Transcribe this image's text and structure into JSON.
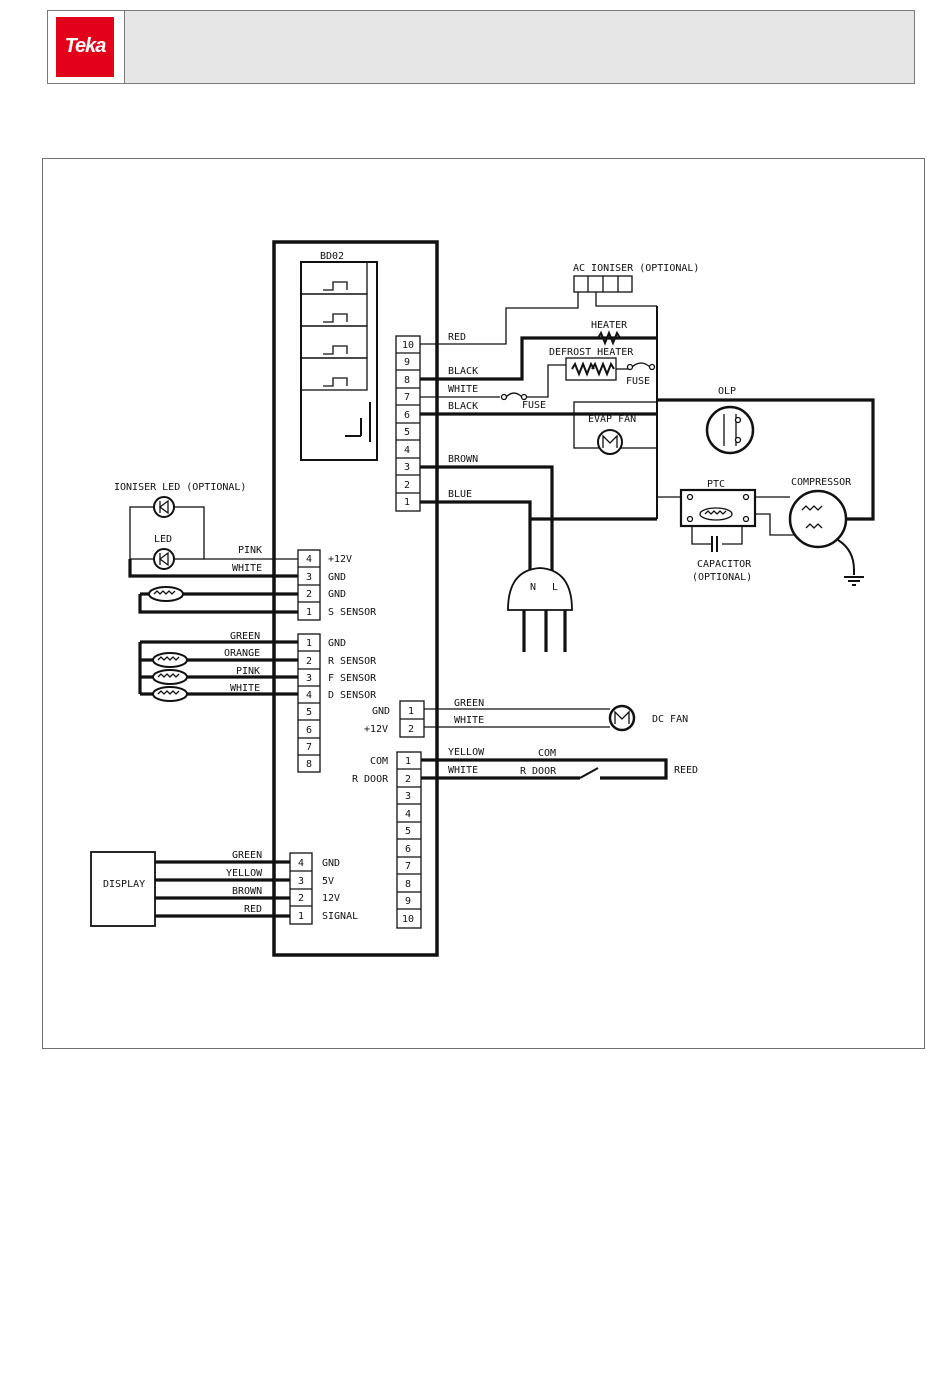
{
  "header": {
    "logo_text": "Teka",
    "title": ""
  },
  "board": {
    "relay_label": "BD02"
  },
  "top_right": {
    "ioniser_ac": "AC IONISER (OPTIONAL)",
    "heater": "HEATER",
    "defrost_heater": "DEFROST HEATER",
    "fuse": "FUSE",
    "evap_fan": "EVAP FAN",
    "olp": "OLP",
    "ptc": "PTC",
    "compressor": "COMPRESSOR",
    "capacitor": "CAPACITOR",
    "capacitor_opt": "(OPTIONAL)",
    "plug_n": "N",
    "plug_l": "L"
  },
  "relay_pins": [
    "10",
    "9",
    "8",
    "7",
    "6",
    "5",
    "4",
    "3",
    "2",
    "1"
  ],
  "relay_wires": [
    "RED",
    "BLACK",
    "WHITE",
    "BLACK",
    "BROWN",
    "BLUE"
  ],
  "left_a": {
    "ioniser_led": "IONISER LED (OPTIONAL)",
    "led": "LED",
    "pins": [
      "4",
      "3",
      "2",
      "1"
    ],
    "wires": [
      "PINK",
      "WHITE"
    ],
    "labels": [
      "+12V",
      "GND",
      "GND",
      "S SENSOR"
    ]
  },
  "left_b": {
    "pins": [
      "1",
      "2",
      "3",
      "4",
      "5",
      "6",
      "7",
      "8"
    ],
    "wires": [
      "GREEN",
      "ORANGE",
      "PINK",
      "WHITE"
    ],
    "labels": [
      "GND",
      "R SENSOR",
      "F SENSOR",
      "D SENSOR"
    ]
  },
  "dc_fan": {
    "pins": [
      "1",
      "2"
    ],
    "labels": [
      "GND",
      "+12V"
    ],
    "wires": [
      "GREEN",
      "WHITE"
    ],
    "name": "DC FAN"
  },
  "reed": {
    "pins": [
      "1",
      "2",
      "3",
      "4",
      "5",
      "6",
      "7",
      "8",
      "9",
      "10"
    ],
    "labels": [
      "COM",
      "R DOOR"
    ],
    "wires": [
      "YELLOW",
      "WHITE"
    ],
    "com": "COM",
    "rdoor": "R DOOR",
    "name": "REED"
  },
  "display": {
    "name": "DISPLAY",
    "pins": [
      "4",
      "3",
      "2",
      "1"
    ],
    "wires": [
      "GREEN",
      "YELLOW",
      "BROWN",
      "RED"
    ],
    "labels": [
      "GND",
      "5V",
      "12V",
      "SIGNAL"
    ]
  }
}
